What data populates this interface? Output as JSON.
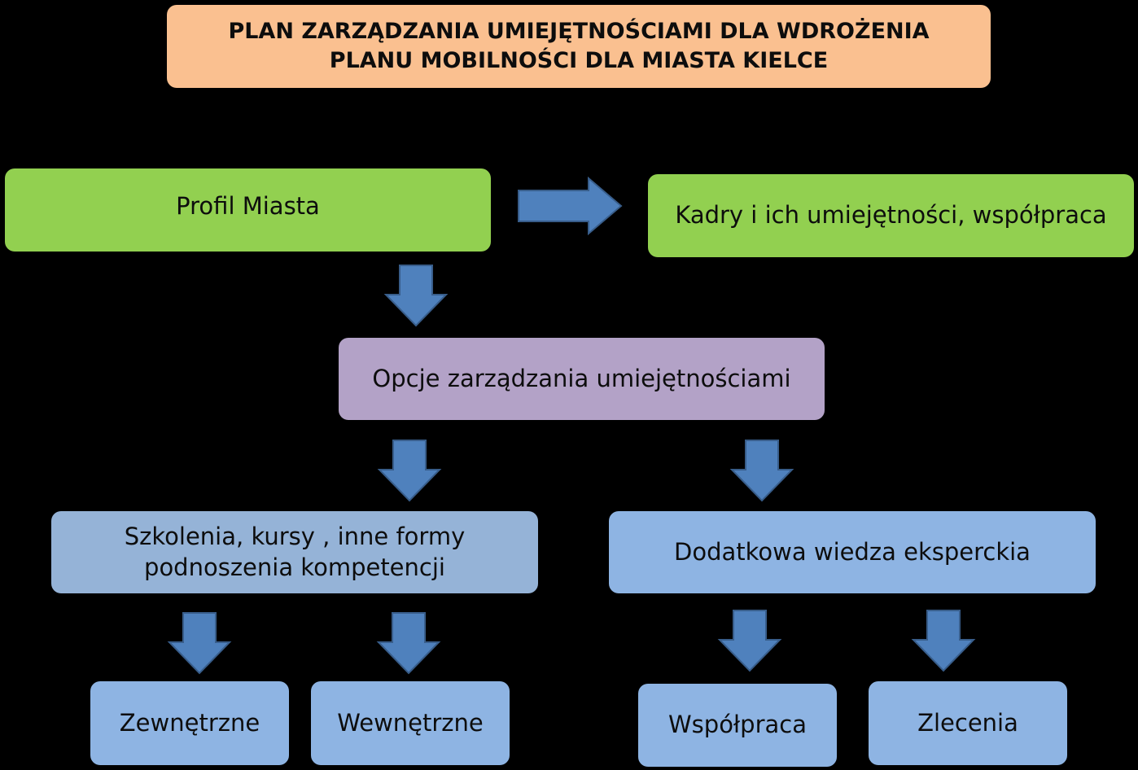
{
  "title": {
    "line1": "PLAN ZARZĄDZANIA UMIEJĘTNOŚCIAMI DLA WDROŻENIA",
    "line2": "PLANU MOBILNOŚCI DLA MIASTA KIELCE"
  },
  "nodes": {
    "profile": "Profil Miasta",
    "staff": "Kadry i ich umiejętności, współpraca",
    "options": "Opcje zarządzania umiejętnościami",
    "training_line1": "Szkolenia, kursy , inne formy",
    "training_line2": "podnoszenia kompetencji",
    "expertise": "Dodatkowa wiedza eksperckia",
    "external": "Zewnętrzne",
    "internal": "Wewnętrzne",
    "cooperation": "Współpraca",
    "commissions": "Zlecenia"
  },
  "colors": {
    "background": "#000000",
    "title_fill": "#FAC090",
    "green_fill": "#92D050",
    "violet_fill": "#B3A2C7",
    "blue_fill": "#8EB4E3",
    "blue_fill_light": "#95B3D7",
    "arrow_fill": "#4F81BD",
    "arrow_stroke": "#385D8A"
  }
}
